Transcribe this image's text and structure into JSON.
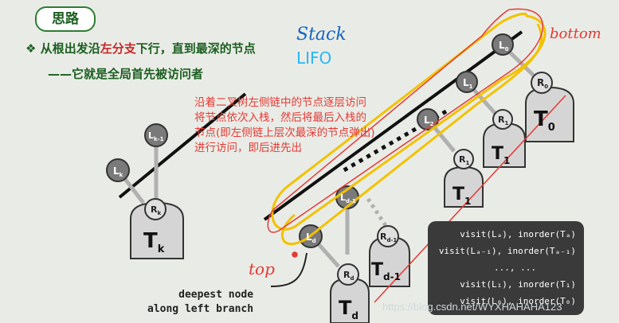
{
  "header": {
    "badge": "思路"
  },
  "bullet": {
    "symbol": "❖",
    "text_a": "从根出发沿",
    "text_highlight": "左分支",
    "text_b": "下行，直到最深的节点"
  },
  "subline": "——它就是全局首先被访问者",
  "note": {
    "lines": [
      "沿着二叉树左侧链中的节点逐层访问",
      "将节点依次入栈，然后将最后入栈的",
      "节点(即左侧链上层次最深的节点弹出)",
      "进行访问，即后进先出"
    ]
  },
  "handwriting": {
    "stack": "Stack",
    "lifo": "LIFO",
    "bottom": "bottom",
    "top": "top"
  },
  "deepest": {
    "line1": "deepest node",
    "line2": "along left branch"
  },
  "nodes": {
    "L0": "L",
    "L0_sub": "0",
    "R0": "R",
    "R0_sub": "0",
    "L1": "L",
    "L1_sub": "1",
    "R1a": "R",
    "R1a_sub": "1",
    "L2": "L",
    "L2_sub": "2",
    "R1b": "R",
    "R1b_sub": "1",
    "Lk1": "L",
    "Lk1_sub": "k-1",
    "Lk": "L",
    "Lk_sub": "k",
    "Rk": "R",
    "Rk_sub": "k",
    "Ld1": "L",
    "Ld1_sub": "d-1",
    "Rd1": "R",
    "Rd1_sub": "d-1",
    "Ld": "L",
    "Ld_sub": "d",
    "Rd": "R",
    "Rd_sub": "d"
  },
  "subtrees": {
    "T0": "T",
    "T0_sub": "0",
    "T1a": "T",
    "T1a_sub": "1",
    "T1b": "T",
    "T1b_sub": "1",
    "Tk": "T",
    "Tk_sub": "k",
    "Td1": "T",
    "Td1_sub": "d-1",
    "Td": "T",
    "Td_sub": "d"
  },
  "code": {
    "lines": [
      "visit(Lₐ), inorder(Tₐ)",
      "visit(Lₐ₋₁), inorder(Tₐ₋₁)",
      "..., ...",
      "visit(L₁), inorder(T₁)",
      "visit(L₀), inorder(T₀)"
    ]
  },
  "watermark": "https://blog.csdn.net/WYXHAHAHA123",
  "colors": {
    "accent_red": "#e53935",
    "green": "#1b5e20",
    "yellow": "#f2c200",
    "code_bg": "#3a3a3a"
  }
}
